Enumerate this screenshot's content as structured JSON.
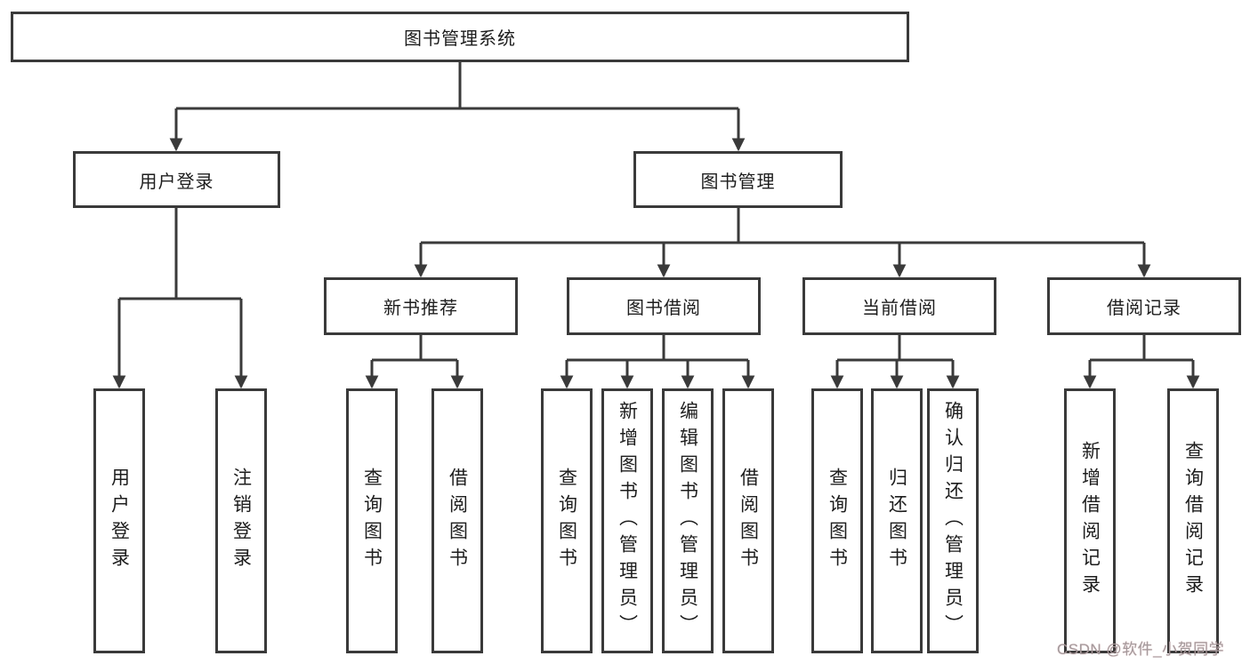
{
  "tree": {
    "label": "图书管理系统",
    "children": [
      {
        "label": "用户登录",
        "children": [
          {
            "label": "用户登录"
          },
          {
            "label": "注销登录"
          }
        ]
      },
      {
        "label": "图书管理",
        "children": [
          {
            "label": "新书推荐",
            "children": [
              {
                "label": "查询图书"
              },
              {
                "label": "借阅图书"
              }
            ]
          },
          {
            "label": "图书借阅",
            "children": [
              {
                "label": "查询图书"
              },
              {
                "label": "新增图书（管理员）"
              },
              {
                "label": "编辑图书（管理员）"
              },
              {
                "label": "借阅图书"
              }
            ]
          },
          {
            "label": "当前借阅",
            "children": [
              {
                "label": "查询图书"
              },
              {
                "label": "归还图书"
              },
              {
                "label": "确认归还（管理员）"
              }
            ]
          },
          {
            "label": "借阅记录",
            "children": [
              {
                "label": "新增借阅记录"
              },
              {
                "label": "查询借阅记录"
              }
            ]
          }
        ]
      }
    ]
  },
  "watermark": {
    "text": "CSDN @软件_小贺同学"
  },
  "colors": {
    "line": "#3a3a3a",
    "box_border": "#3a3a3a",
    "box_fill": "#ffffff",
    "text": "#1d1d1d",
    "background": "#ffffff",
    "watermark": "#a39b9d"
  }
}
